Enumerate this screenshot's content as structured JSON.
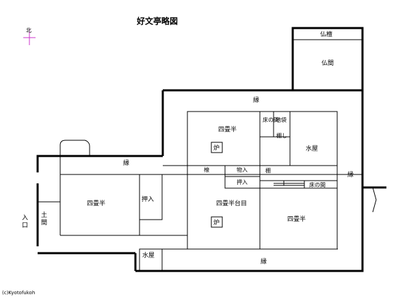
{
  "title": "好文亭略図",
  "compass": {
    "label": "北",
    "color": "#cc33cc"
  },
  "credit": "(c)Kyotofukoh",
  "rooms": {
    "butsudan": "仏檀",
    "butsuma": "仏間",
    "en_top": "縁",
    "en_left": "縁",
    "en_right": "縁",
    "en_bottom": "縁",
    "yojohan_top": "四畳半",
    "ro_top": "炉",
    "tokonoma_top": "床の間",
    "jibukuro": "地袋",
    "tanashi": "棚し",
    "mizuya_right": "水屋",
    "gawa": "榱",
    "monoire": "物入",
    "tana": "棚",
    "oshiire_mid": "押入",
    "tokonoma_mid": "床の間",
    "yojohan_left": "四畳半",
    "oshiire_left": "押入",
    "doma": "土間",
    "iriguchi": "入口",
    "yojohan_daime": "四畳半台目",
    "ro_mid": "炉",
    "yojohan_right": "四畳半",
    "mizuya_bottom": "水屋"
  }
}
